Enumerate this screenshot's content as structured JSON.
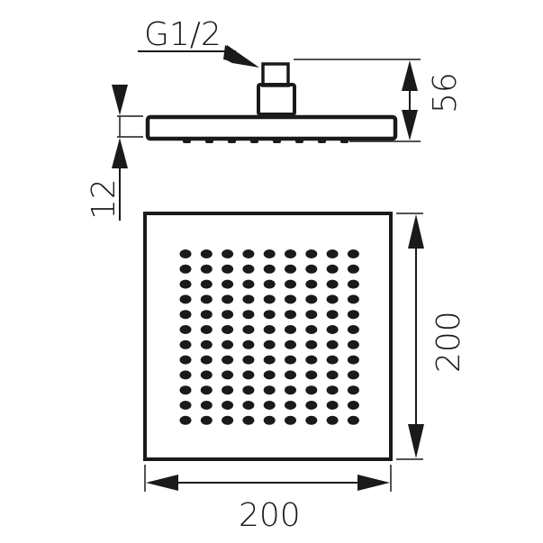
{
  "diagram": {
    "title": "Square rain shower head technical drawing",
    "colors": {
      "line": "#1a1a1a",
      "background": "#ffffff"
    },
    "side_view": {
      "thread_label": "G1/2",
      "height_label": "56",
      "plate_thickness_label": "12",
      "nozzles_visible": 8
    },
    "top_view": {
      "width_label": "200",
      "depth_label": "200",
      "nozzle_grid": {
        "columns": 9,
        "rows": 12
      }
    }
  }
}
